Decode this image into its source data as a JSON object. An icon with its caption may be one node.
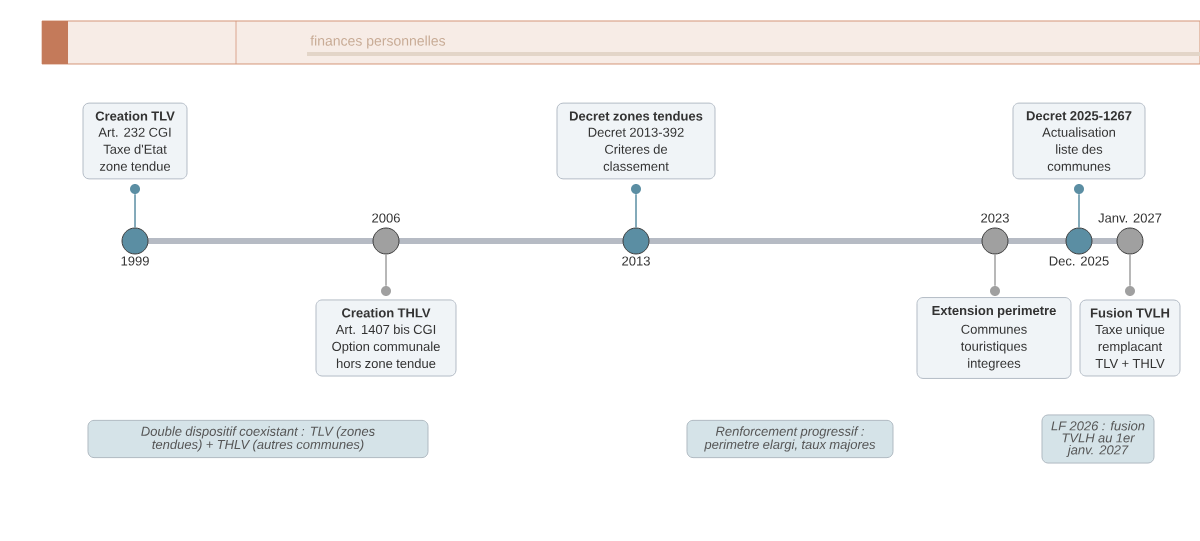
{
  "diagram": {
    "nodes": [
      {
        "text": [],
        "shape": "circle",
        "beside": [
          "1999"
        ]
      },
      {
        "text": [],
        "shape": "circle",
        "beside": [
          "2006"
        ]
      },
      {
        "text": [],
        "shape": "circle",
        "beside": [
          "2013"
        ]
      },
      {
        "text": [],
        "shape": "circle",
        "beside": [
          "2023"
        ]
      },
      {
        "text": [],
        "shape": "circle",
        "beside": [
          "Dec. 2025"
        ]
      },
      {
        "text": [],
        "shape": "circle",
        "beside": [
          "Janv. 2027"
        ]
      },
      {
        "text": [],
        "shape": "circle"
      },
      {
        "text": [],
        "shape": "circle"
      },
      {
        "text": [],
        "shape": "circle"
      },
      {
        "text": [],
        "shape": "circle"
      },
      {
        "text": [],
        "shape": "circle"
      },
      {
        "text": [],
        "shape": "circle"
      },
      {
        "text": [
          "Creation TLV",
          "Art. 232 CGI Taxe d'Etat zone tendue"
        ]
      },
      {
        "text": [
          "Creation THLV",
          "Art. 1407 bis CGI Option communale hors zone tendue"
        ]
      },
      {
        "text": [
          "Decret zones tendues",
          "Decret 2013-392 Criteres de classement"
        ]
      },
      {
        "text": [
          "Extension perimetre",
          "Communes touristiques integrees"
        ]
      },
      {
        "text": [
          "Decret 2025-1267",
          "Actualisation liste des communes"
        ]
      },
      {
        "text": [
          "Fusion TVLH",
          "Taxe unique remplacant TLV + THLV"
        ]
      },
      {
        "text": [
          "Double dispositif coexistant : TLV (zones tendues) + THLV (autres communes)"
        ]
      },
      {
        "text": [
          "Renforcement progressif : perimetre elargi, taux majores"
        ]
      },
      {
        "text": [
          "LF 2026 : fusion TVLH au 1er janv. 2027"
        ]
      }
    ],
    "edges": [
      {
        "from": 0,
        "to": 6,
        "arrow": "none",
        "color": "#5b8ea3"
      },
      {
        "from": 1,
        "to": 7,
        "arrow": "none"
      },
      {
        "from": 2,
        "to": 8,
        "arrow": "none",
        "color": "#5b8ea3"
      },
      {
        "from": 3,
        "to": 9,
        "arrow": "none"
      },
      {
        "from": 4,
        "to": 10,
        "arrow": "none",
        "color": "#5b8ea3"
      },
      {
        "from": 5,
        "to": 11,
        "arrow": "none"
      }
    ],
    "labels": [
      "finances personnelles"
    ]
  }
}
